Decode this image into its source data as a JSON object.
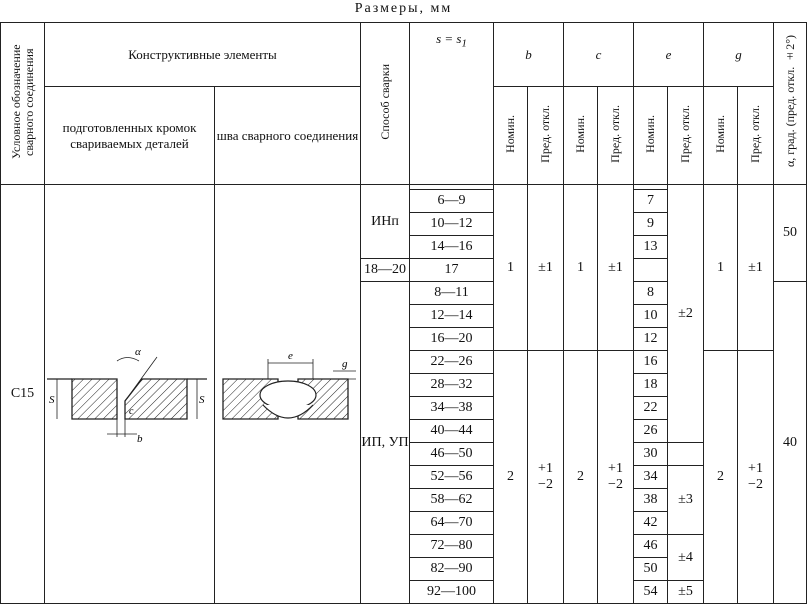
{
  "page_title": "Размеры, мм",
  "headers": {
    "designation": "Условное обозначение сварного соединения",
    "structural_elements": "Конструктивные элементы",
    "prepared_edges": "подготовленных кромок свариваемых деталей",
    "weld_seam": "шва сварного соединения",
    "welding_method": "Способ сварки",
    "thickness": "s = s",
    "thickness_sub": "1",
    "b": "b",
    "c": "c",
    "e": "e",
    "g": "g",
    "nominal": "Номин.",
    "tolerance": "Пред. откл.",
    "alpha": "α, град. (пред. откл. ±2°)"
  },
  "designation_value": "C15",
  "methods": [
    "ИНп",
    "ИП, УП"
  ],
  "thickness_ranges": [
    "6—9",
    "10—12",
    "14—16",
    "18—20",
    "8—11",
    "12—14",
    "16—20",
    "22—26",
    "28—32",
    "34—38",
    "40—44",
    "46—50",
    "52—56",
    "58—62",
    "64—70",
    "72—80",
    "82—90",
    "92—100"
  ],
  "e_nominal": [
    "7",
    "9",
    "13",
    "17",
    "8",
    "10",
    "12",
    "16",
    "18",
    "22",
    "26",
    "30",
    "34",
    "38",
    "42",
    "46",
    "50",
    "54"
  ],
  "group1": {
    "b_nom": "1",
    "b_tol": "±1",
    "c_nom": "1",
    "c_tol": "±1",
    "g_nom": "1",
    "g_tol": "±1"
  },
  "group2": {
    "b_nom": "2",
    "b_tol_1": "+1",
    "b_tol_2": "−2",
    "c_nom": "2",
    "c_tol_1": "+1",
    "c_tol_2": "−2",
    "g_nom": "2",
    "g_tol_1": "+1",
    "g_tol_2": "−2"
  },
  "e_tolerances": [
    "±2",
    "±3",
    "±4",
    "±5"
  ],
  "alpha_values": [
    "50",
    "40"
  ],
  "drawing_labels": {
    "alpha": "α",
    "s": "S",
    "s1": "S",
    "c": "c",
    "b": "b",
    "e": "e",
    "g": "g"
  }
}
